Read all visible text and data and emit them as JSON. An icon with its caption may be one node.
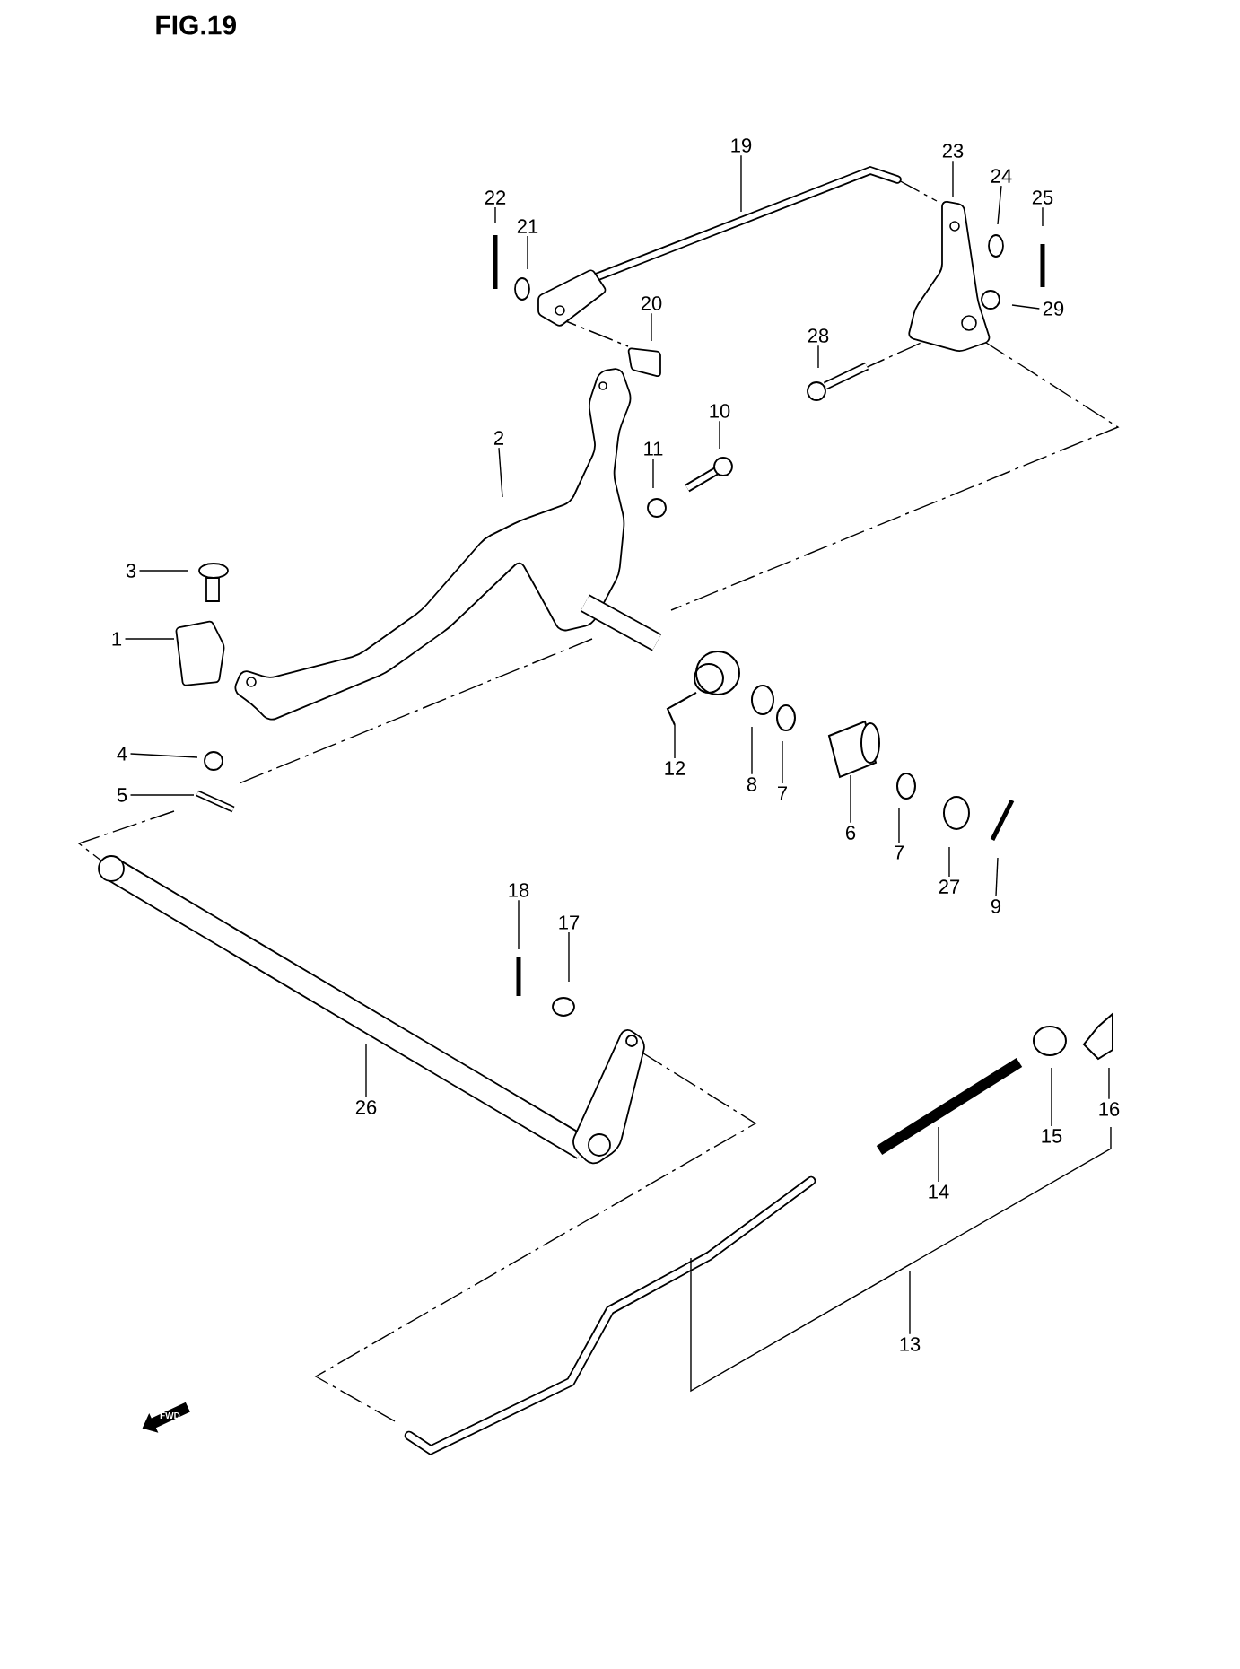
{
  "diagram": {
    "title": "FIG.19",
    "nodes": [
      {
        "text": [
          "19"
        ]
      },
      {
        "text": [
          "23"
        ]
      },
      {
        "text": [
          "24"
        ]
      },
      {
        "text": [
          "22"
        ]
      },
      {
        "text": [
          "25"
        ]
      },
      {
        "text": [
          "21"
        ]
      },
      {
        "text": [
          "20"
        ]
      },
      {
        "text": [
          "29"
        ]
      },
      {
        "text": [
          "28"
        ]
      },
      {
        "text": [
          "10"
        ]
      },
      {
        "text": [
          "2"
        ]
      },
      {
        "text": [
          "11"
        ]
      },
      {
        "text": [
          "3"
        ]
      },
      {
        "text": [
          "1"
        ]
      },
      {
        "text": [
          "4"
        ]
      },
      {
        "text": [
          "12"
        ]
      },
      {
        "text": [
          "8"
        ]
      },
      {
        "text": [
          "7"
        ]
      },
      {
        "text": [
          "5"
        ]
      },
      {
        "text": [
          "6"
        ]
      },
      {
        "text": [
          "7"
        ]
      },
      {
        "text": [
          "27"
        ]
      },
      {
        "text": [
          "18"
        ]
      },
      {
        "text": [
          "9"
        ]
      },
      {
        "text": [
          "17"
        ]
      },
      {
        "text": [
          "26"
        ]
      },
      {
        "text": [
          "16"
        ]
      },
      {
        "text": [
          "15"
        ]
      },
      {
        "text": [
          "14"
        ]
      },
      {
        "text": [
          "13"
        ]
      }
    ],
    "edges": [
      {
        "from": 0,
        "to": null,
        "arrow": "none"
      },
      {
        "from": 1,
        "to": null,
        "arrow": "none"
      },
      {
        "from": 2,
        "to": null,
        "arrow": "none"
      },
      {
        "from": 3,
        "to": null,
        "arrow": "none"
      },
      {
        "from": 4,
        "to": null,
        "arrow": "none"
      },
      {
        "from": 5,
        "to": null,
        "arrow": "none"
      },
      {
        "from": 6,
        "to": null,
        "arrow": "none"
      },
      {
        "from": 7,
        "to": null,
        "arrow": "none"
      },
      {
        "from": 8,
        "to": null,
        "arrow": "none"
      },
      {
        "from": 9,
        "to": null,
        "arrow": "none"
      },
      {
        "from": 10,
        "to": null,
        "arrow": "none"
      },
      {
        "from": 11,
        "to": null,
        "arrow": "none"
      },
      {
        "from": 12,
        "to": null,
        "arrow": "none"
      },
      {
        "from": 13,
        "to": null,
        "arrow": "none"
      },
      {
        "from": 14,
        "to": null,
        "arrow": "none"
      },
      {
        "from": 15,
        "to": null,
        "arrow": "none"
      },
      {
        "from": 16,
        "to": null,
        "arrow": "none"
      },
      {
        "from": 17,
        "to": null,
        "arrow": "none"
      },
      {
        "from": 18,
        "to": null,
        "arrow": "none"
      },
      {
        "from": 19,
        "to": null,
        "arrow": "none"
      },
      {
        "from": 20,
        "to": null,
        "arrow": "none"
      },
      {
        "from": 21,
        "to": null,
        "arrow": "none"
      },
      {
        "from": 22,
        "to": null,
        "arrow": "none"
      },
      {
        "from": 23,
        "to": null,
        "arrow": "none"
      },
      {
        "from": 24,
        "to": null,
        "arrow": "none"
      },
      {
        "from": 25,
        "to": null,
        "arrow": "none"
      },
      {
        "from": 26,
        "to": null,
        "arrow": "none"
      },
      {
        "from": 27,
        "to": null,
        "arrow": "none"
      },
      {
        "from": 28,
        "to": null,
        "arrow": "none"
      },
      {
        "from": 29,
        "to": null,
        "arrow": "none"
      }
    ],
    "labels": [
      "FWD"
    ]
  }
}
